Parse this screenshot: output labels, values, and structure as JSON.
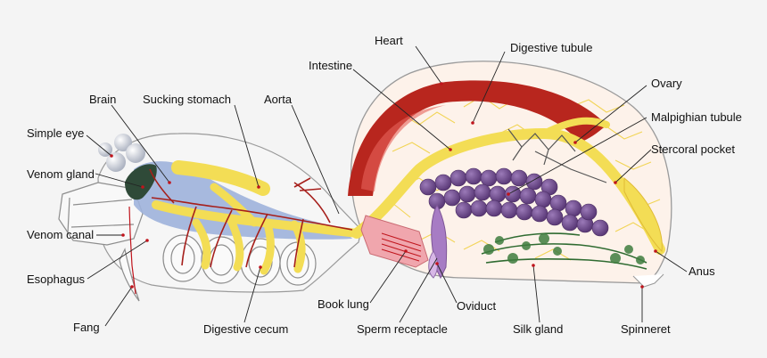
{
  "diagram": {
    "labels": {
      "heart": "Heart",
      "digestive_tubule": "Digestive tubule",
      "intestine": "Intestine",
      "ovary": "Ovary",
      "brain": "Brain",
      "sucking_stomach": "Sucking stomach",
      "aorta": "Aorta",
      "malpighian_tubule": "Malpighian tubule",
      "simple_eye": "Simple eye",
      "stercoral_pocket": "Stercoral pocket",
      "venom_gland": "Venom gland",
      "venom_canal": "Venom canal",
      "esophagus": "Esophagus",
      "anus": "Anus",
      "book_lung": "Book lung",
      "oviduct": "Oviduct",
      "fang": "Fang",
      "digestive_cecum": "Digestive cecum",
      "sperm_receptacle": "Sperm receptacle",
      "silk_gland": "Silk gland",
      "spinneret": "Spinneret"
    },
    "colors": {
      "background": "#f4f4f4",
      "outline": "#9a9a9a",
      "abdomen_fill": "#fdf2ea",
      "digestive_yellow": "#f3dd55",
      "tubule_yellow": "#f0cf3c",
      "heart_red": "#b8261e",
      "heart_dark": "#7d120e",
      "nerve_blue": "#9eb3dc",
      "artery_red": "#a61f1b",
      "ovary_purple": "#6f4b8f",
      "oviduct_lilac": "#a77cc4",
      "silk_green": "#2f6b31",
      "lung_pink": "#f0a6ad",
      "venom_green": "#2f4a38",
      "eye_grey": "#c7ccd6"
    }
  }
}
